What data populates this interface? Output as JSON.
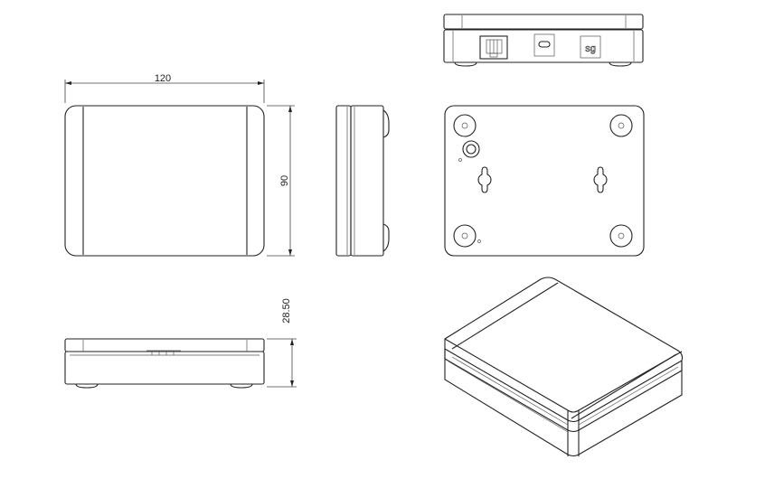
{
  "drawing": {
    "dimensions": {
      "width": "120",
      "depth": "90",
      "height": "28.50"
    },
    "logo_text": "sg"
  }
}
